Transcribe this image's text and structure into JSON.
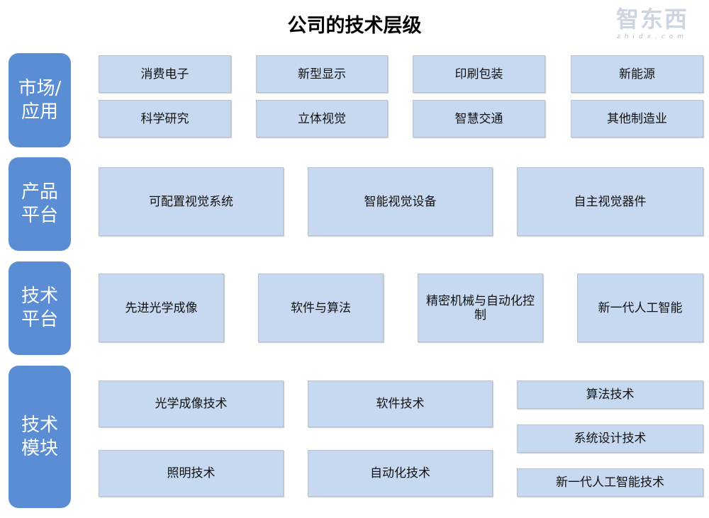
{
  "title": "公司的技术层级",
  "colors": {
    "label_bg": "#5a8dd3",
    "box_bg": "#c6d9f0"
  },
  "layers": [
    {
      "label": "市场/应用",
      "items": [
        "消费电子",
        "新型显示",
        "印刷包装",
        "新能源",
        "科学研究",
        "立体视觉",
        "智慧交通",
        "其他制造业"
      ]
    },
    {
      "label": "产品平台",
      "items": [
        "可配置视觉系统",
        "智能视觉设备",
        "自主视觉器件"
      ]
    },
    {
      "label": "技术平台",
      "items": [
        "先进光学成像",
        "软件与算法",
        "精密机械与自动化控制",
        "新一代人工智能"
      ]
    },
    {
      "label": "技术模块",
      "items": [
        "光学成像技术",
        "软件技术",
        "照明技术",
        "自动化技术",
        "算法技术",
        "系统设计技术",
        "新一代人工智能技术"
      ]
    }
  ],
  "watermark": {
    "logo": "智东西",
    "url": "zhidx.com"
  }
}
